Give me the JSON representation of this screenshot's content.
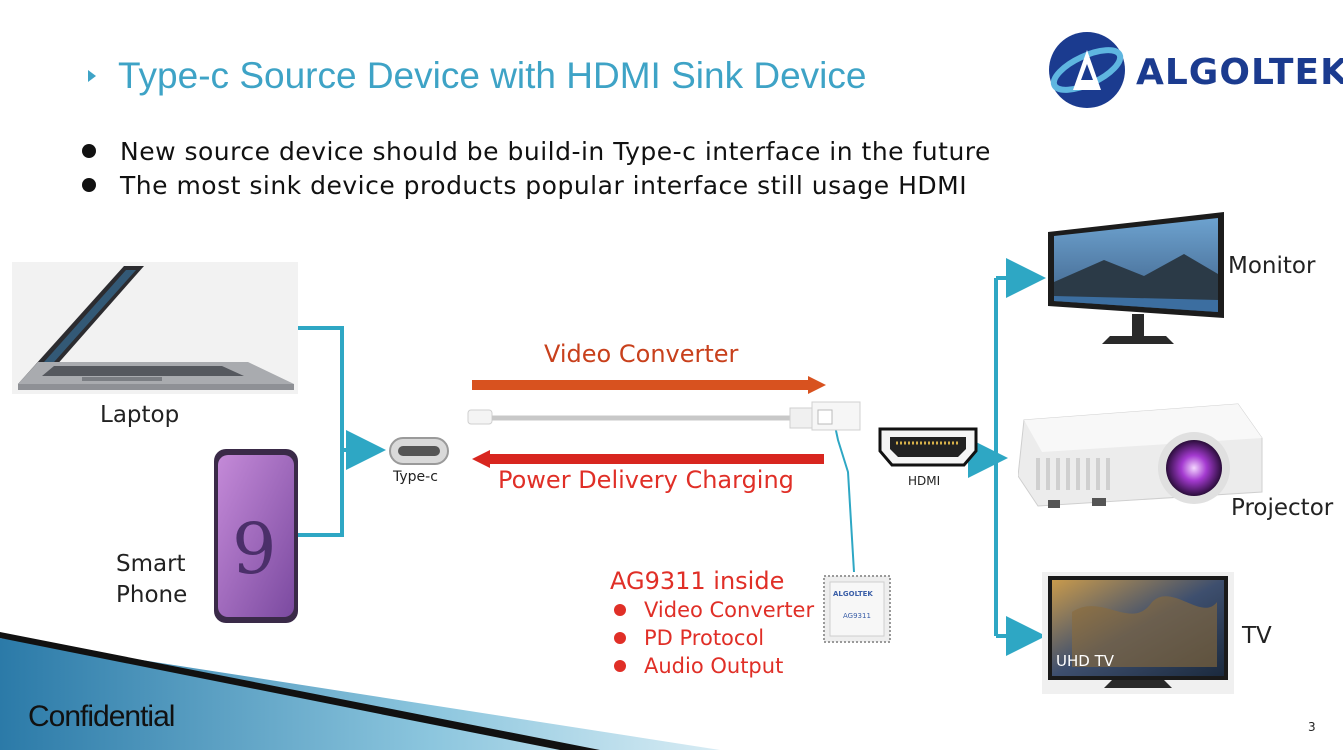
{
  "title": "Type-c Source Device with HDMI Sink Device",
  "logo": {
    "text": "ALGOLTEK",
    "icon": "algoltek-globe-icon"
  },
  "bullets": [
    "New source device should be build-in Type-c interface in the future",
    "The most sink device products popular interface still usage HDMI"
  ],
  "sources": {
    "laptop": "Laptop",
    "phone_line1": "Smart",
    "phone_line2": "Phone",
    "phone_digit": "9"
  },
  "connectors": {
    "typec": "Type-c",
    "hdmi": "HDMI"
  },
  "arrows": {
    "video": "Video Converter",
    "power": "Power Delivery Charging"
  },
  "chip": {
    "title": "AG9311 inside",
    "features": [
      "Video Converter",
      "PD Protocol",
      "Audio Output"
    ],
    "marking_brand": "ALGOLTEK",
    "marking_part": "AG9311"
  },
  "sinks": {
    "monitor": "Monitor",
    "projector": "Projector",
    "tv": "TV",
    "tv_badge": "UHD TV"
  },
  "footer": {
    "confidential": "Confidential",
    "page": "3"
  },
  "colors": {
    "title": "#3ea3c6",
    "line": "#2ea7c4",
    "red": "#e02f27",
    "orange": "#d8521f",
    "logo": "#1b3b8f"
  }
}
